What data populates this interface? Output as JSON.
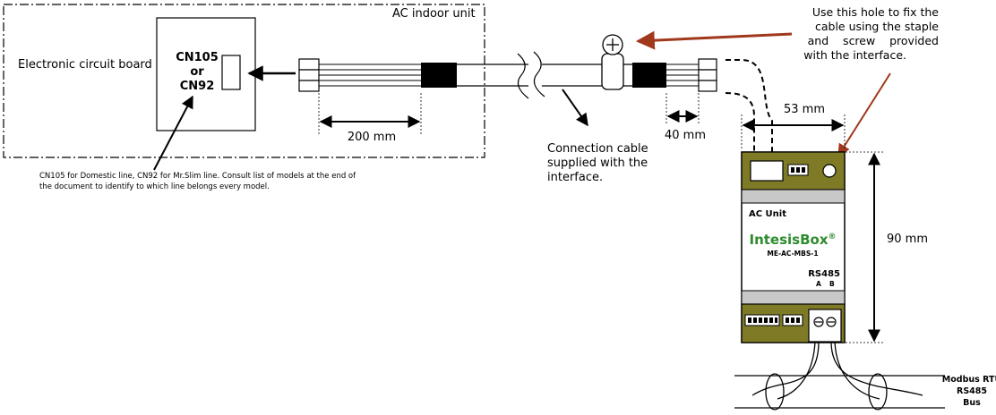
{
  "indoor_unit": {
    "title": "AC indoor unit",
    "board_label": "Electronic circuit board",
    "connector_line1": "CN105",
    "connector_line2": "or",
    "connector_line3": "CN92",
    "note_line1": "CN105 for Domestic line, CN92 for Mr.Slim line. Consult list of models at the end of",
    "note_line2": "the document to identify to which line belongs every model."
  },
  "dimensions": {
    "cable_length": "200 mm",
    "connector_length": "40 mm",
    "width": "53 mm",
    "height": "90 mm"
  },
  "cable": {
    "caption_line1": "Connection cable",
    "caption_line2": "supplied with the",
    "caption_line3": "interface."
  },
  "staple_note": {
    "line1": "Use this hole to fix the",
    "line2": "cable using the staple",
    "line3": "and    screw    provided",
    "line4": "with the interface."
  },
  "device": {
    "ac_unit_label": "AC Unit",
    "brand": "IntesisBox",
    "brand_mark": "®",
    "model": "ME-AC-MBS-1",
    "port_label": "RS485",
    "terminal_a": "A",
    "terminal_b": "B",
    "brand_color": "#2e8b2e",
    "body_color": "#7f7a26"
  },
  "bus": {
    "line1": "Modbus RTU",
    "line2": "RS485",
    "line3": "Bus"
  },
  "colors": {
    "annotation_arrow": "#a0381c",
    "line": "#000000"
  }
}
